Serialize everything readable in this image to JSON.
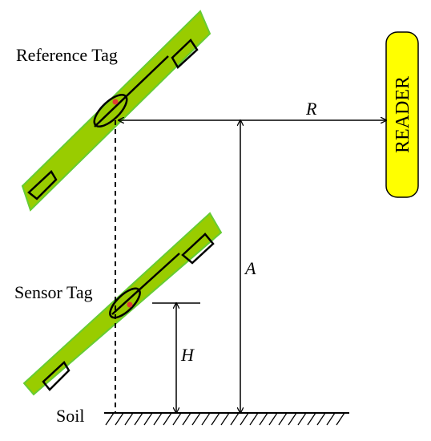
{
  "labels": {
    "reference_tag": "Reference Tag",
    "sensor_tag": "Sensor Tag",
    "reader": "READER",
    "soil": "Soil",
    "r": "R",
    "a": "A",
    "h": "H"
  },
  "colors": {
    "tag_fill": "#99cc00",
    "tag_border": "#66cc33",
    "reader_fill": "#ffff00",
    "chip": "#e03c31",
    "line": "#000000"
  }
}
